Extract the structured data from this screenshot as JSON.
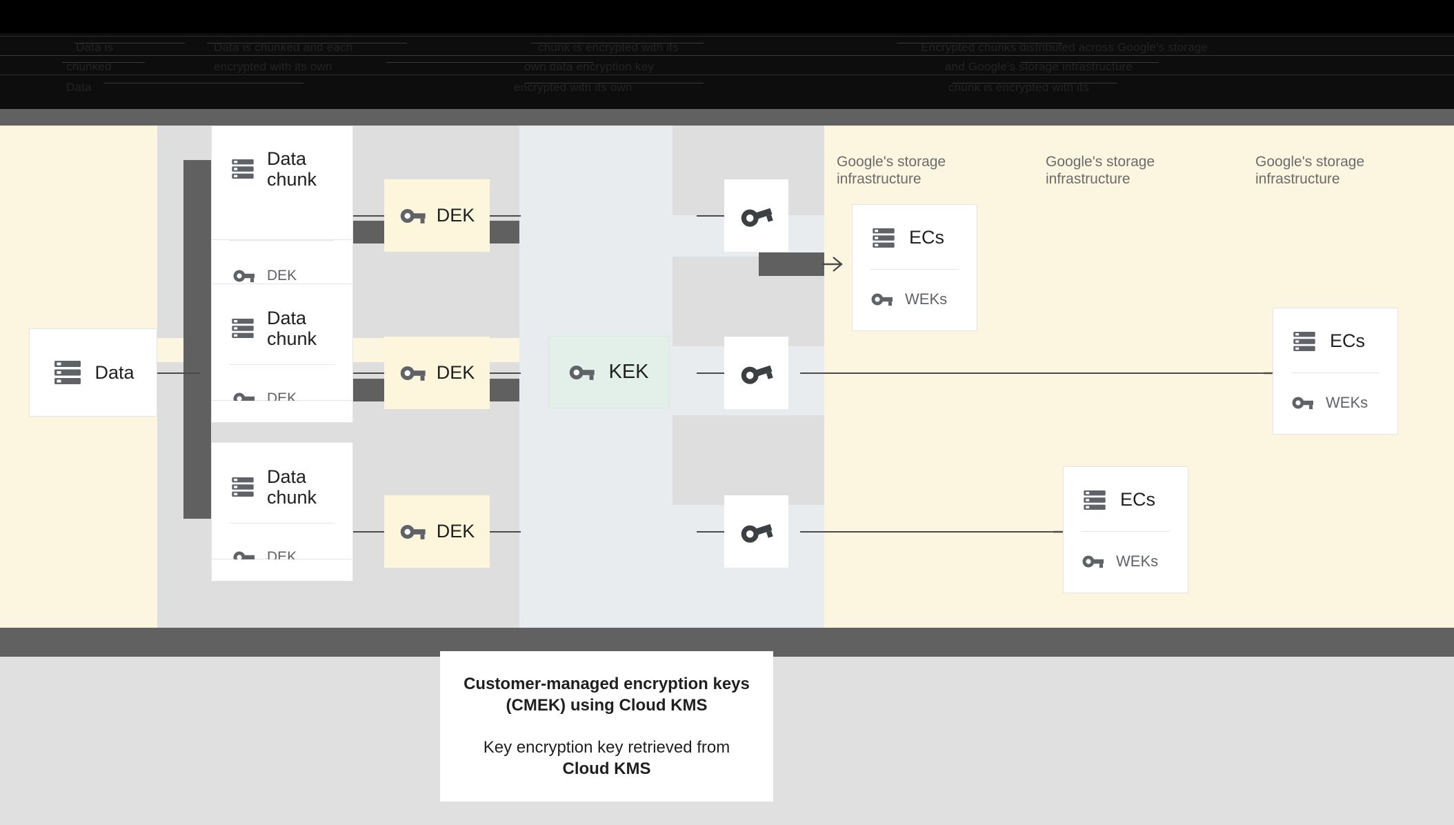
{
  "header": {
    "obscured_lines": [
      "Data is",
      "Data is chunked and each",
      "chunk is encrypted with its",
      "chunked",
      "encrypted with its own",
      "Encrypted chunks distributed across Google's storage",
      "Data",
      "own data encryption key",
      "and Google's storage infrastructure"
    ]
  },
  "diagram": {
    "data_card": {
      "label": "Data",
      "icon": "server-stack-icon"
    },
    "chunks": [
      {
        "title": "Data chunk",
        "sub": "DEK",
        "icon": "server-stack-icon",
        "key_icon": "key-icon"
      },
      {
        "title": "Data chunk",
        "sub": "DEK",
        "icon": "server-stack-icon",
        "key_icon": "key-icon"
      },
      {
        "title": "Data chunk",
        "sub": "DEK",
        "icon": "server-stack-icon",
        "key_icon": "key-icon"
      }
    ],
    "dek_boxes": [
      {
        "label": "DEK",
        "icon": "key-icon"
      },
      {
        "label": "DEK",
        "icon": "key-icon"
      },
      {
        "label": "DEK",
        "icon": "key-icon"
      }
    ],
    "kek_box": {
      "label": "KEK",
      "icon": "key-icon"
    },
    "wrapped_keys": [
      {
        "icon": "key-icon"
      },
      {
        "icon": "key-icon"
      },
      {
        "icon": "key-icon"
      }
    ],
    "section_labels": [
      "Google's storage\ninfrastructure",
      "Google's storage\ninfrastructure",
      "Google's storage\ninfrastructure"
    ],
    "ecs_cards": [
      {
        "title": "ECs",
        "sub": "WEKs",
        "icon": "server-stack-icon",
        "key_icon": "key-icon"
      },
      {
        "title": "ECs",
        "sub": "WEKs",
        "icon": "server-stack-icon",
        "key_icon": "key-icon"
      },
      {
        "title": "ECs",
        "sub": "WEKs",
        "icon": "server-stack-icon",
        "key_icon": "key-icon"
      }
    ]
  },
  "caption": {
    "title_line1": "Customer-managed encryption keys",
    "title_line2": "(CMEK) using Cloud KMS",
    "body_line1": "Key encryption key retrieved from",
    "body_line2": "Cloud KMS"
  },
  "colors": {
    "cream": "#fcf5e0",
    "mid_column": "#e8ecee",
    "grey_swath": "#dedede",
    "dark_bar": "#606060",
    "dek_fill": "#fdf5dc",
    "kek_fill": "#e3efe9",
    "page_bottom": "#e0e0e0"
  }
}
